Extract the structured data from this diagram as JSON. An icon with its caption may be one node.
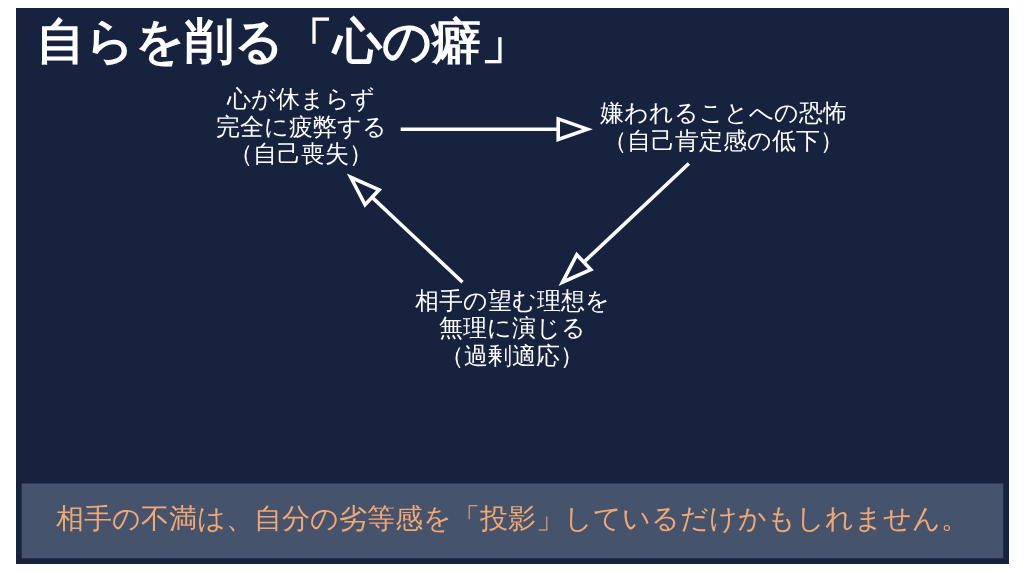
{
  "diagram": {
    "title": "自らを削る「心の癖」",
    "nodes": [
      {
        "text": [
          "心が休まらず完全に疲弊する（自己喪失）"
        ]
      },
      {
        "text": [
          "嫌われることへの恐怖（自己肯定感の低下）"
        ]
      },
      {
        "text": [
          "相手の望む理想を無理に演じる（過剰適応）"
        ]
      },
      {
        "text": [
          "相手の不満は、自分の劣等感を「投影」しているだけかもしれません。"
        ]
      }
    ],
    "edges": [
      {
        "from": 0,
        "to": 1,
        "arrow": "to"
      },
      {
        "from": 1,
        "to": 2,
        "arrow": "to"
      },
      {
        "from": 2,
        "to": 0,
        "arrow": "to"
      }
    ]
  }
}
